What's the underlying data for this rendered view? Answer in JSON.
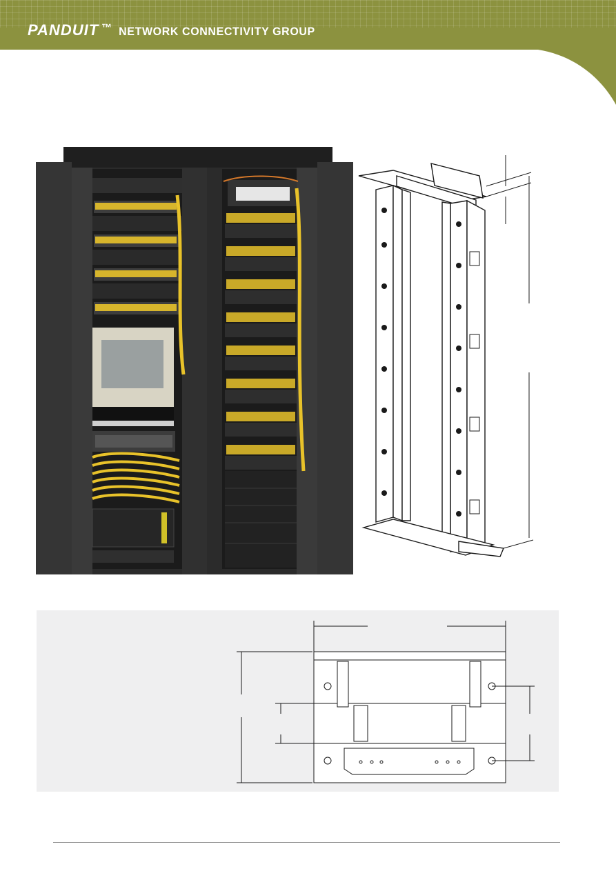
{
  "header": {
    "brand_name": "PANDUIT",
    "trademark": "™",
    "group_name": "NETWORK CONNECTIVITY GROUP"
  },
  "colors": {
    "header_olive": "#8c923f",
    "cabinet_black": "#262626",
    "cable_yellow": "#e8c22a",
    "panel_gray": "#efeff0"
  },
  "icons": {
    "brand_logo": "panduit-wordmark"
  }
}
